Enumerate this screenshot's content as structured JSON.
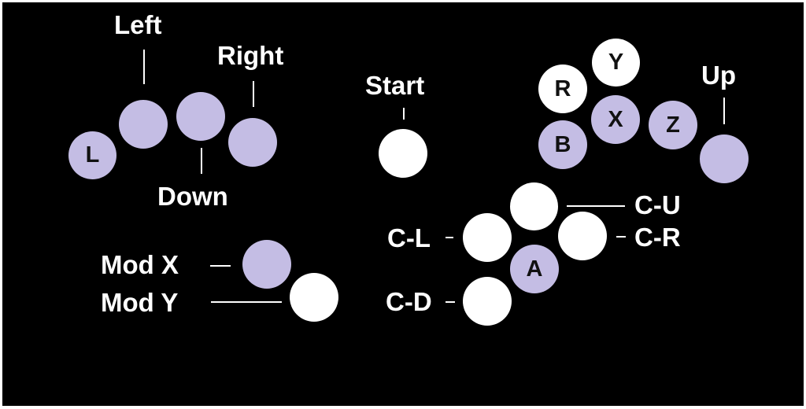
{
  "colors": {
    "background": "#000000",
    "purple": "#c4bde4",
    "white": "#ffffff",
    "line": "#ffffff",
    "text": "#ffffff",
    "buttonText": "#111111"
  },
  "labels": {
    "left": "Left",
    "right": "Right",
    "down": "Down",
    "start": "Start",
    "up": "Up",
    "mod_x": "Mod X",
    "mod_y": "Mod Y",
    "c_up": "C-U",
    "c_left": "C-L",
    "c_right": "C-R",
    "c_down": "C-D"
  },
  "buttons": {
    "l": "L",
    "r": "R",
    "y": "Y",
    "x": "X",
    "b": "B",
    "z": "Z",
    "a": "A"
  }
}
